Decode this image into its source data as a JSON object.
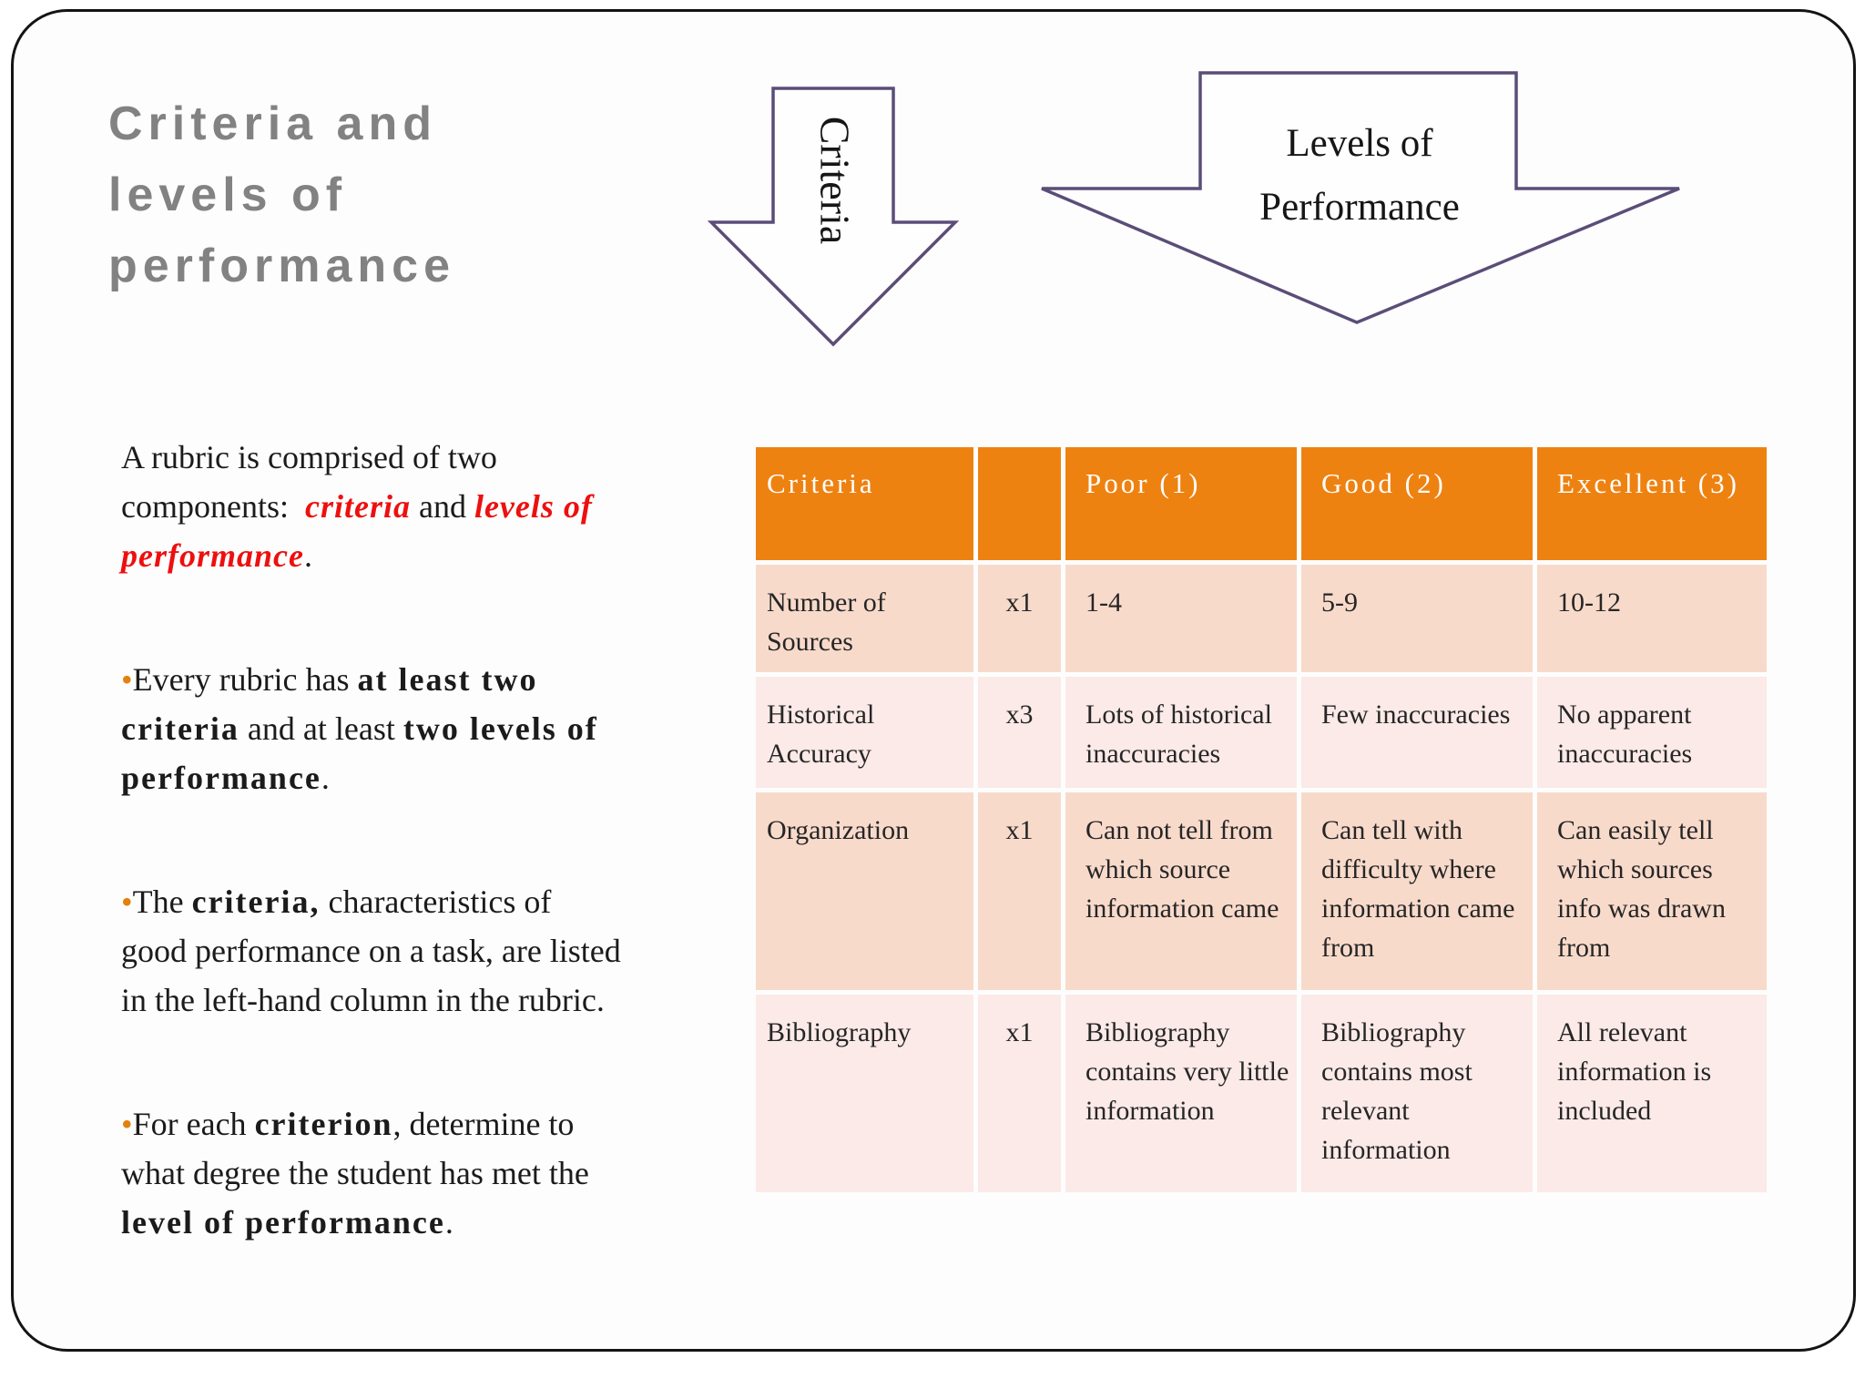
{
  "slide": {
    "title": "Criteria and\nlevels of\nperformance",
    "arrow_left_label": "Criteria",
    "arrow_right_label_line1": "Levels of",
    "arrow_right_label_line2": "Performance",
    "paragraphs": [
      {
        "bullet": false,
        "segments": [
          {
            "t": "A rubric is comprised of two\ncomponents:  ",
            "s": "plain"
          },
          {
            "t": "criteria",
            "s": "red"
          },
          {
            "t": " and ",
            "s": "plain"
          },
          {
            "t": "levels of\nperformance",
            "s": "red"
          },
          {
            "t": ".",
            "s": "plain"
          }
        ]
      },
      {
        "bullet": true,
        "segments": [
          {
            "t": "Every rubric has ",
            "s": "plain"
          },
          {
            "t": "at least two\ncriteria",
            "s": "bold"
          },
          {
            "t": " and at least ",
            "s": "plain"
          },
          {
            "t": "two levels of\nperformance",
            "s": "bold"
          },
          {
            "t": ".",
            "s": "plain"
          }
        ]
      },
      {
        "bullet": true,
        "segments": [
          {
            "t": "The ",
            "s": "plain"
          },
          {
            "t": "criteria,",
            "s": "bold"
          },
          {
            "t": " characteristics of\ngood performance on a task, are listed\nin the left-hand column in the rubric.",
            "s": "plain"
          }
        ]
      },
      {
        "bullet": true,
        "segments": [
          {
            "t": "For each ",
            "s": "plain"
          },
          {
            "t": "criterion",
            "s": "bold"
          },
          {
            "t": ", determine to\nwhat degree the student has met the\n",
            "s": "plain"
          },
          {
            "t": "level of performance",
            "s": "bold"
          },
          {
            "t": ".",
            "s": "plain"
          }
        ]
      }
    ],
    "table": {
      "headers": [
        "Criteria",
        "",
        "Poor (1)",
        "Good (2)",
        "Excellent (3)"
      ],
      "rows": [
        [
          "Number of Sources",
          "x1",
          "1-4",
          "5-9",
          "10-12"
        ],
        [
          "Historical Accuracy",
          "x3",
          "Lots of historical inaccuracies",
          "Few inaccuracies",
          "No apparent inaccuracies"
        ],
        [
          "Organization",
          "x1",
          "Can not tell from which source information came",
          "Can tell with difficulty where information came from",
          "Can easily tell which sources info was drawn from"
        ],
        [
          "Bibliography",
          "x1",
          "Bibliography contains very little information",
          "Bibliography contains most relevant information",
          "All relevant information is included"
        ]
      ]
    }
  },
  "colors": {
    "header_orange": "#ee8211",
    "row_peach": "#f8dacb",
    "row_pink": "#fbeae7",
    "red_accent": "#ee0f0f",
    "bullet_orange": "#e2820e",
    "arrow_purple": "#5b4d78",
    "title_gray": "#828282"
  }
}
